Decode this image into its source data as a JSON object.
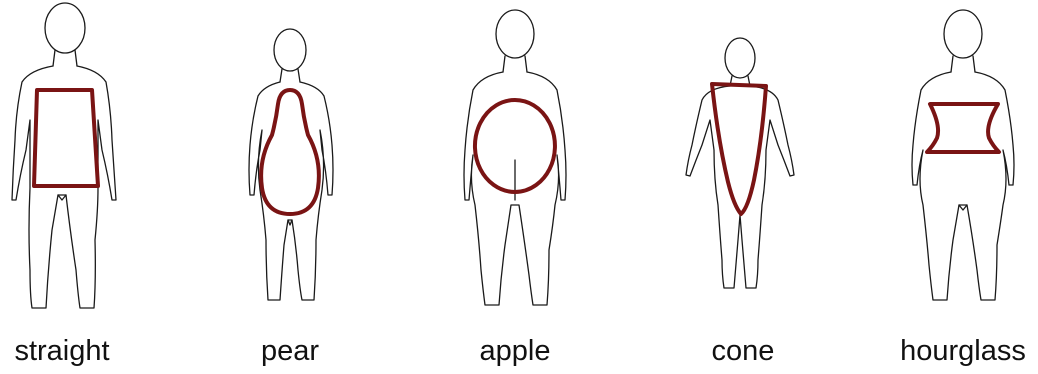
{
  "colors": {
    "body_outline": "#1a1a1a",
    "shape_outline": "#7a1414"
  },
  "shapes": [
    {
      "label": "straight"
    },
    {
      "label": "pear"
    },
    {
      "label": "apple"
    },
    {
      "label": "cone"
    },
    {
      "label": "hourglass"
    }
  ]
}
